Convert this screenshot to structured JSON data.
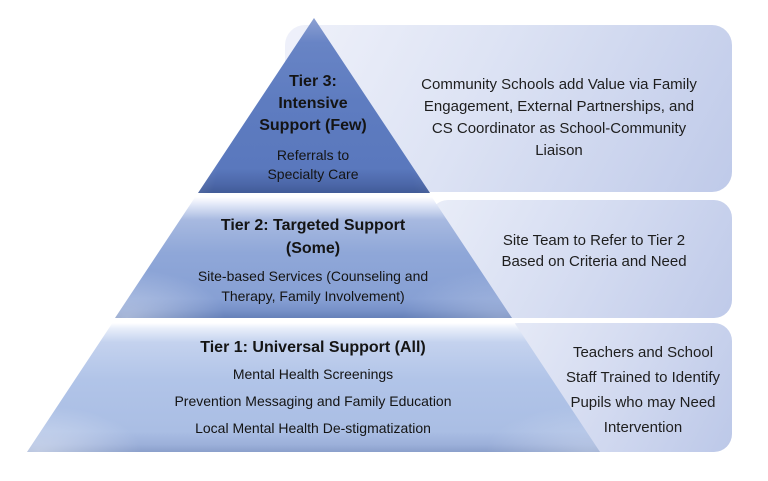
{
  "diagram": {
    "type": "tiered-pyramid",
    "pyramid": {
      "tiers": [
        {
          "id": "tier3",
          "heading_lines": [
            "Tier 3:",
            "Intensive",
            "Support (Few)"
          ],
          "body_lines": [
            "Referrals to",
            "Specialty Care"
          ]
        },
        {
          "id": "tier2",
          "heading_lines": [
            "Tier 2: Targeted Support",
            "(Some)"
          ],
          "body_lines": [
            "Site-based Services (Counseling and",
            "Therapy, Family Involvement)"
          ]
        },
        {
          "id": "tier1",
          "heading_lines": [
            "Tier 1: Universal Support (All)"
          ],
          "body_lines": [
            "Mental Health Screenings",
            "Prevention Messaging and Family Education",
            "Local Mental Health De-stigmatization"
          ]
        }
      ]
    },
    "callouts": [
      {
        "id": "callout-tier3",
        "lines": [
          "Community Schools add Value via Family",
          "Engagement, External Partnerships, and",
          "CS Coordinator as School-Community",
          "Liaison"
        ]
      },
      {
        "id": "callout-tier2",
        "lines": [
          "Site Team to Refer to Tier 2",
          "Based on Criteria and Need"
        ]
      },
      {
        "id": "callout-tier1",
        "lines": [
          "Teachers and School",
          "Staff Trained to Identify",
          "Pupils who may Need",
          "Intervention"
        ]
      }
    ],
    "colors": {
      "tier3_fill": "#5E7CC0",
      "tier2_fill": "#8FA7D8",
      "tier1_fill": "#B1C4E8",
      "callout_fill_light": "#EFF1FA",
      "callout_fill_dark": "#BFCAE9",
      "text": "#1B1B1B",
      "background": "#FFFFFF"
    }
  }
}
